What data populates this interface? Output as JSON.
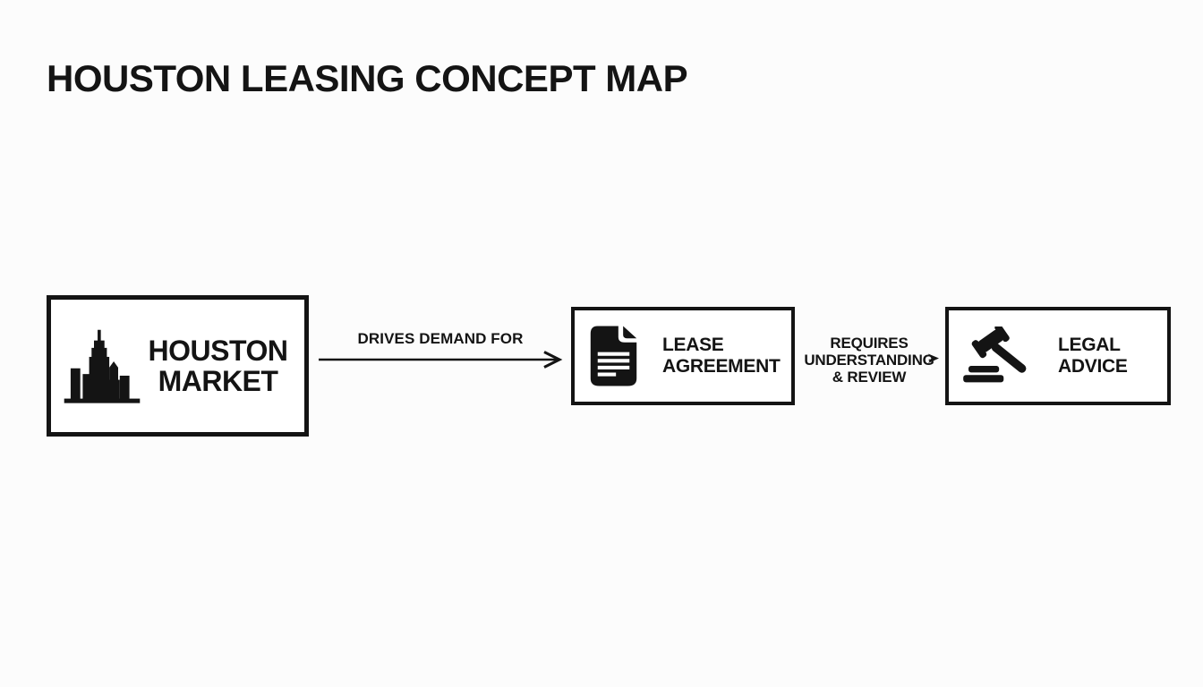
{
  "title": "HOUSTON LEASING CONCEPT MAP",
  "nodes": [
    {
      "id": "houston-market",
      "icon": "city-skyline-icon",
      "label_lines": [
        "HOUSTON",
        "MARKET"
      ]
    },
    {
      "id": "lease-agreement",
      "icon": "document-icon",
      "label_lines": [
        "LEASE",
        "AGREEMENT"
      ]
    },
    {
      "id": "legal-advice",
      "icon": "gavel-icon",
      "label_lines": [
        "LEGAL",
        "ADVICE"
      ]
    }
  ],
  "edges": [
    {
      "from": "houston-market",
      "to": "lease-agreement",
      "label_lines": [
        "DRIVES DEMAND FOR"
      ]
    },
    {
      "from": "lease-agreement",
      "to": "legal-advice",
      "label_lines": [
        "REQUIRES",
        "UNDERSTANDING",
        "& REVIEW"
      ]
    }
  ],
  "colors": {
    "ink": "#141414",
    "background": "#fcfcfc",
    "box_fill": "#ffffff"
  }
}
